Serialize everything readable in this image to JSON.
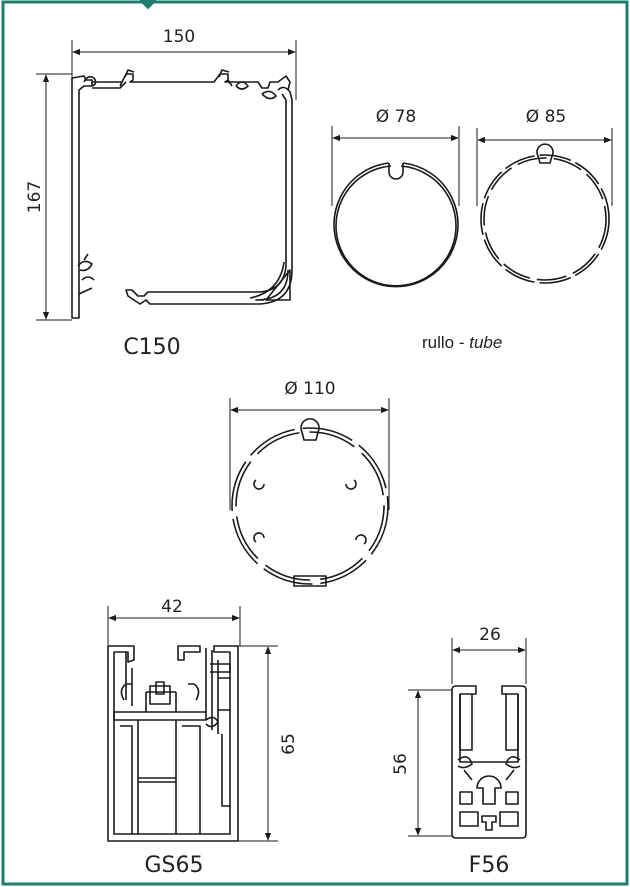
{
  "colors": {
    "frame": "#1c7f72",
    "ink": "#1a1a1a",
    "background": "#ffffff"
  },
  "profiles": {
    "c150": {
      "caption": "C150",
      "width_label": "150",
      "height_label": "167"
    },
    "tube78": {
      "diameter_label": "Ø 78"
    },
    "tube85": {
      "diameter_label": "Ø 85"
    },
    "tube_caption": {
      "main": "rullo - ",
      "italic": "tube"
    },
    "tube110": {
      "diameter_label": "Ø 110"
    },
    "gs65": {
      "caption": "GS65",
      "width_label": "42",
      "height_label": "65"
    },
    "f56": {
      "caption": "F56",
      "width_label": "26",
      "height_label": "56"
    }
  }
}
